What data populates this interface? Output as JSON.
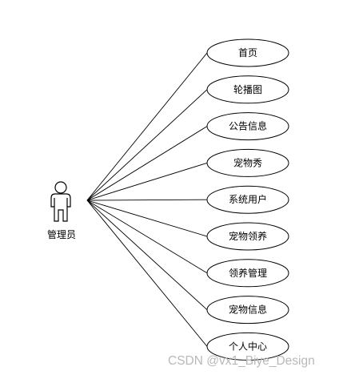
{
  "actor": {
    "label": "管理员",
    "icon": "person-icon"
  },
  "use_cases": [
    {
      "label": "首页"
    },
    {
      "label": "轮播图"
    },
    {
      "label": "公告信息"
    },
    {
      "label": "宠物秀"
    },
    {
      "label": "系统用户"
    },
    {
      "label": "宠物领养"
    },
    {
      "label": "领养管理"
    },
    {
      "label": "宠物信息"
    },
    {
      "label": "个人中心"
    }
  ],
  "watermark": "CSDN @vx1_Biye_Design",
  "colors": {
    "stroke": "#000000",
    "background": "#ffffff",
    "watermark": "#b8b8b8"
  }
}
